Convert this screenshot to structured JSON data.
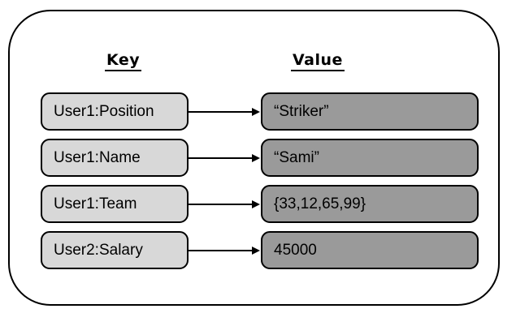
{
  "diagram": {
    "type": "key-value-store",
    "columns": {
      "key_header": "Key",
      "value_header": "Value"
    },
    "rows": [
      {
        "key": "User1:Position",
        "value": "“Striker”"
      },
      {
        "key": "User1:Name",
        "value": "“Sami”"
      },
      {
        "key": "User1:Team",
        "value": "{33,12,65,99}"
      },
      {
        "key": "User2:Salary",
        "value": "45000"
      }
    ],
    "arrow": {
      "name": "arrow-right-icon",
      "glyph": "→"
    },
    "colors": {
      "background": "#ffffff",
      "panel_border": "#000000",
      "box_border": "#000000",
      "key_box_fill": "#d8d8d8",
      "value_box_fill": "#9a9a9a",
      "arrow": "#000000",
      "text": "#000000"
    }
  }
}
